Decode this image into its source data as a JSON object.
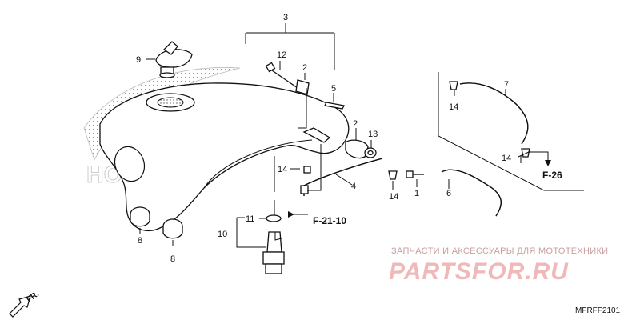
{
  "callouts": {
    "c1": "1",
    "c2": "2",
    "c3": "3",
    "c4": "4",
    "c5": "5",
    "c6": "6",
    "c7": "7",
    "c8": "8",
    "c9": "9",
    "c10": "10",
    "c11": "11",
    "c12": "12",
    "c13": "13",
    "c14": "14"
  },
  "refs": {
    "f2110": "F-21-10",
    "f26": "F-26"
  },
  "front_label": "FR.",
  "watermark": {
    "caption": "ЗАПЧАСТИ И АКСЕССУАРЫ ДЛЯ МОТОТЕХНИКИ",
    "brand": "PARTSFOR.RU"
  },
  "logo_text": "HONDA",
  "diagram_code": "MFRFF2101"
}
